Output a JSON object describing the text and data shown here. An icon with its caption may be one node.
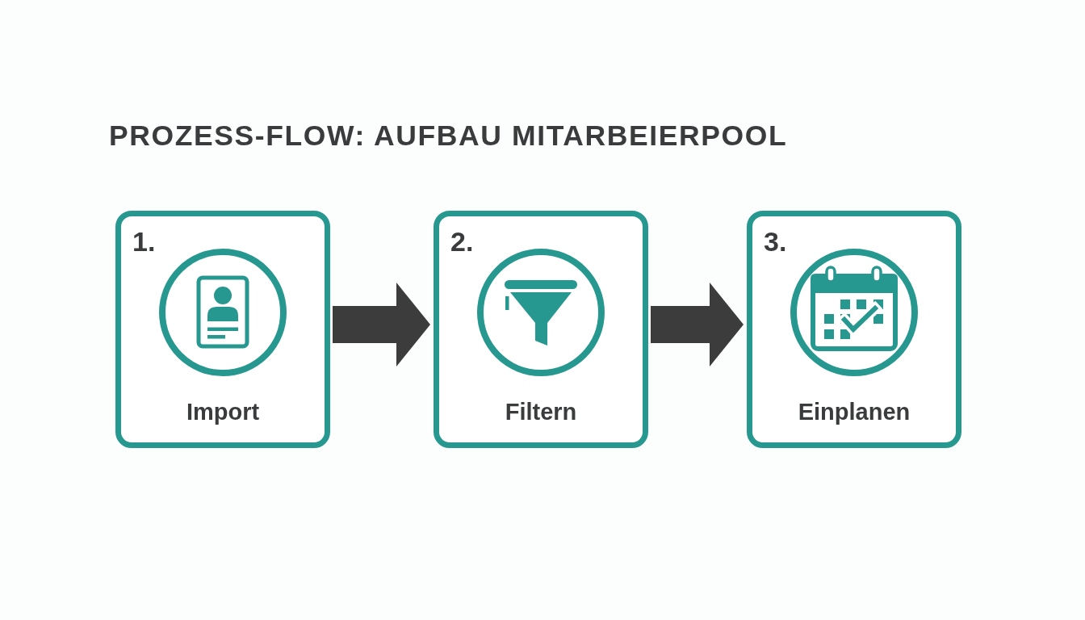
{
  "diagram": {
    "title": "PROZESS-FLOW: AUFBAU MITARBEIERPOOL",
    "nodes": [
      {
        "text": [
          "1.",
          "Import"
        ]
      },
      {
        "text": [
          "2.",
          "Filtern"
        ]
      },
      {
        "text": [
          "3.",
          "Einplanen"
        ]
      }
    ],
    "edges": [
      {
        "from": 0,
        "to": 1,
        "arrow": "to"
      },
      {
        "from": 1,
        "to": 2,
        "arrow": "to"
      }
    ]
  }
}
